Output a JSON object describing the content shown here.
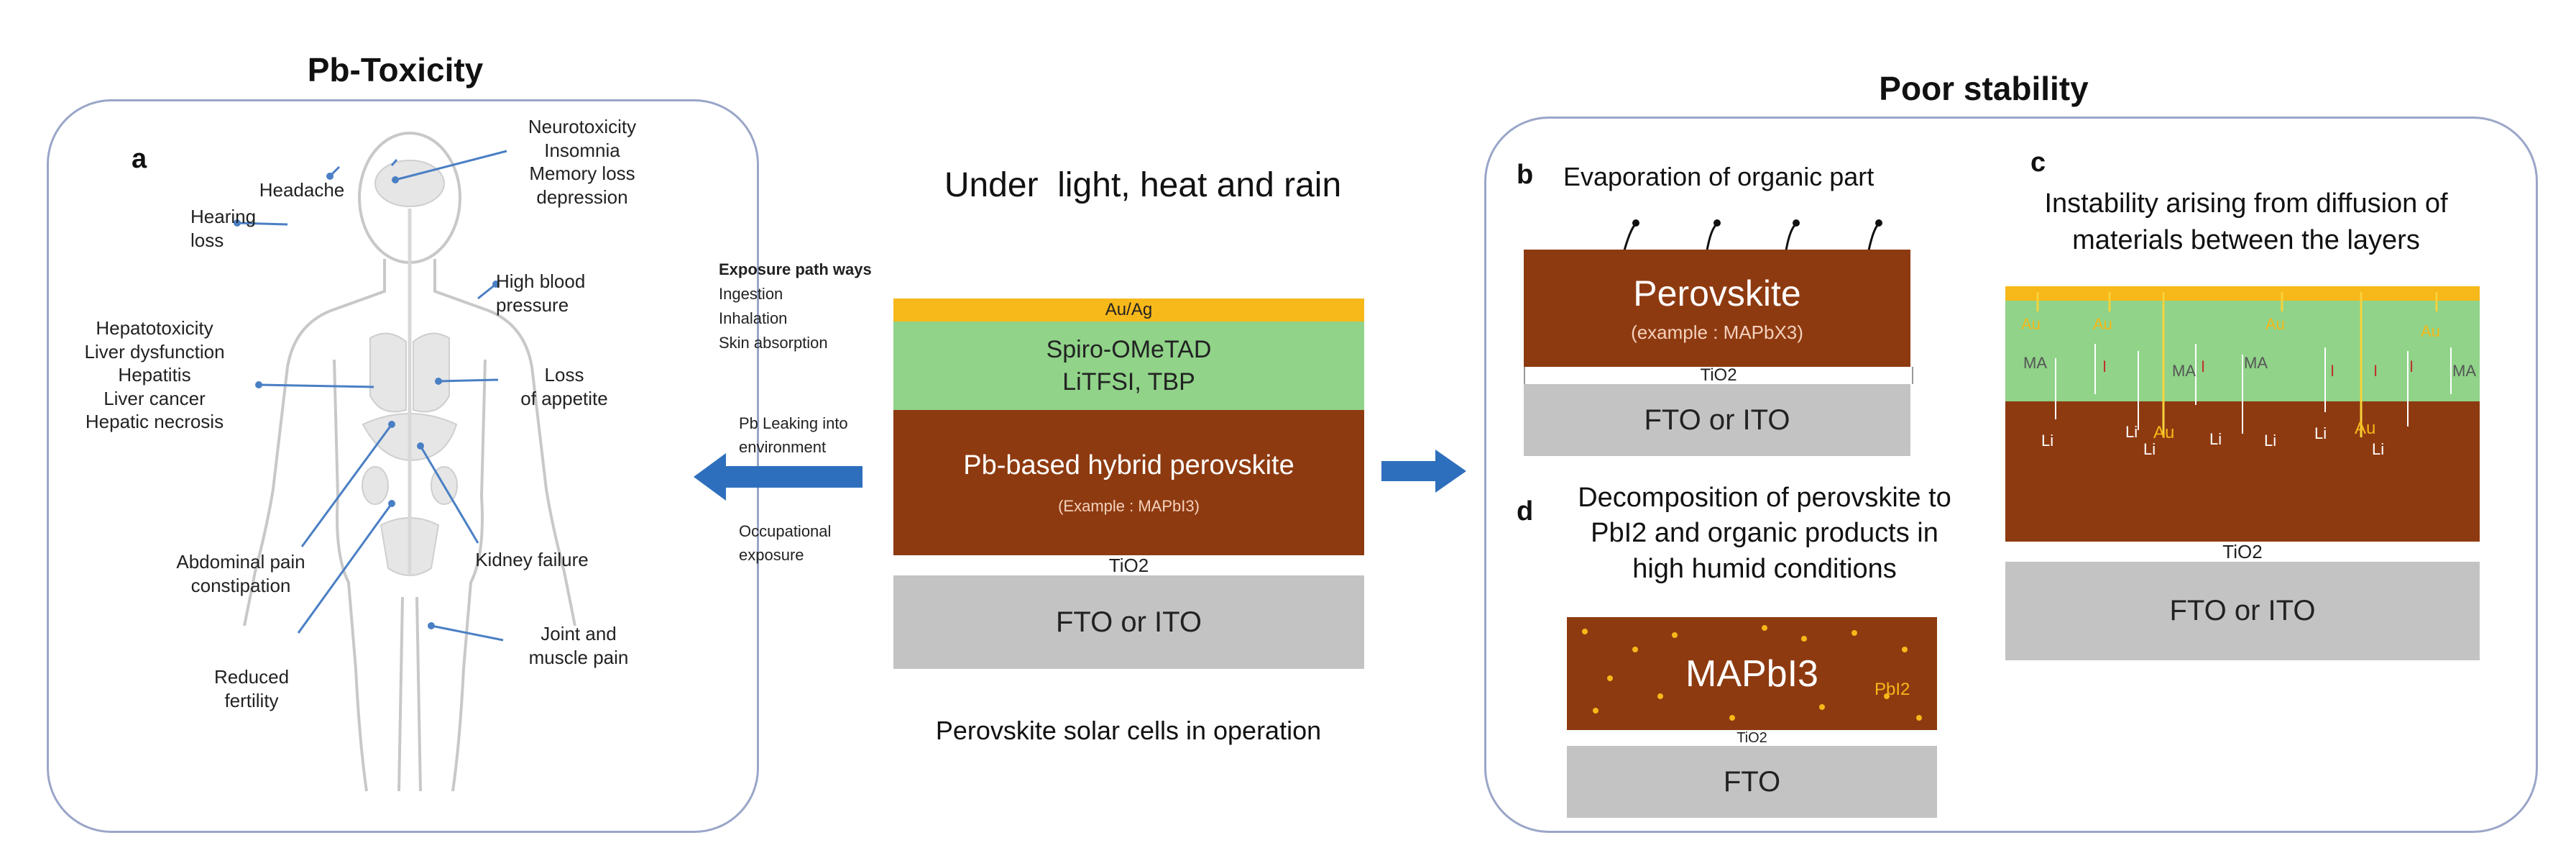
{
  "pb_toxicity": {
    "title": "Pb-Toxicity",
    "panel_letter": "a",
    "symptoms": {
      "headache": "Headache",
      "neuro1": "Neurotoxicity",
      "neuro2": "Insomnia",
      "neuro3": "Memory loss",
      "neuro4": "depression",
      "hearing1": "Hearing",
      "hearing2": "loss",
      "bp1": "High blood",
      "bp2": "pressure",
      "liver1": "Hepatotoxicity",
      "liver2": "Liver dysfunction",
      "liver3": "Hepatitis",
      "liver4": "Liver cancer",
      "liver5": "Hepatic necrosis",
      "appetite1": "Loss",
      "appetite2": "of appetite",
      "abdominal1": "Abdominal pain",
      "abdominal2": "constipation",
      "kidney": "Kidney failure",
      "fertility1": "Reduced",
      "fertility2": "fertility",
      "joint1": "Joint and",
      "joint2": "muscle pain"
    }
  },
  "center": {
    "heading": "Under  light, heat and rain",
    "exposure_title": "Exposure path ways",
    "exposure_items": [
      "Ingestion",
      "Inhalation",
      "Skin absorption"
    ],
    "leak1": "Pb Leaking into",
    "leak2": "environment",
    "occ1": "Occupational",
    "occ2": "exposure",
    "layers": {
      "electrode": "Au/Ag",
      "htl1": "Spiro-OMeTAD",
      "htl2": "LiTFSI, TBP",
      "perovskite": "Pb-based hybrid perovskite",
      "example": "(Example  : MAPbI3)",
      "tio2": "TiO2",
      "substrate": "FTO or ITO"
    },
    "caption": "Perovskite solar cells in operation"
  },
  "poor_stability": {
    "title": "Poor stability",
    "b": {
      "letter": "b",
      "caption": "Evaporation of organic part",
      "perovskite": "Perovskite",
      "example": "(example : MAPbX3)",
      "tio2": "TiO2",
      "substrate": "FTO or ITO"
    },
    "c": {
      "letter": "c",
      "caption1": "Instability arising from diffusion of",
      "caption2": "materials between the layers",
      "au": "Au",
      "ma": "MA",
      "i": "I",
      "li": "Li",
      "tio2": "TiO2",
      "substrate": "FTO or ITO"
    },
    "d": {
      "letter": "d",
      "caption1": "Decomposition of perovskite to",
      "caption2": "PbI2 and organic products in",
      "caption3": "high humid conditions",
      "perovskite": "MAPbI3",
      "pbi2": "PbI2",
      "tio2": "TiO2",
      "substrate": "FTO"
    }
  },
  "colors": {
    "substrate": "#c3c3c3",
    "perovskite": "#8e3a10",
    "htl": "#90d389",
    "electrode": "#f7b81a",
    "arrow": "#2e6fbd",
    "panel_border": "#9aa6c8",
    "leader": "#4a7fc4"
  }
}
